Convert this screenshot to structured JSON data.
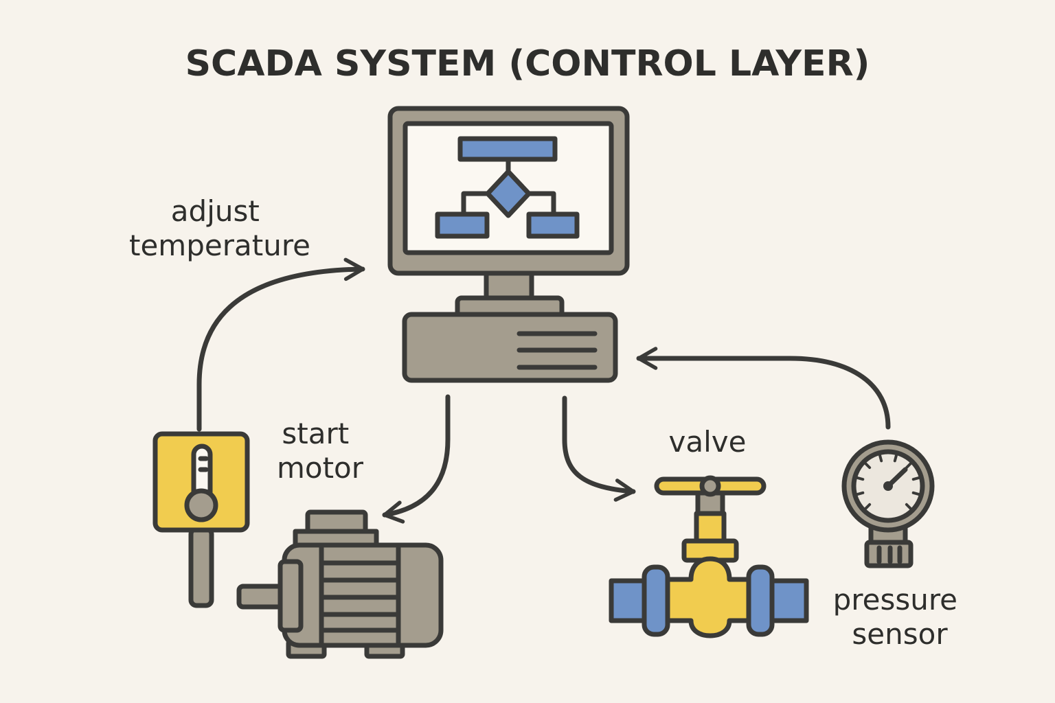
{
  "title": "SCADA SYSTEM (CONTROL LAYER)",
  "labels": {
    "adjust_temperature": [
      "adjust",
      "temperature"
    ],
    "start_motor": [
      "start",
      "motor"
    ],
    "valve": "valve",
    "pressure_sensor": [
      "pressure",
      "sensor"
    ]
  },
  "colors": {
    "background": "#f7f3ec",
    "equipment_gray": "#a49d8e",
    "accent_blue": "#6f93c8",
    "accent_yellow": "#f1cc4f",
    "ink": "#3a3a38"
  },
  "icons": {
    "computer": "scada-computer-icon",
    "thermometer": "temperature-sensor-icon",
    "motor": "electric-motor-icon",
    "valve": "gate-valve-icon",
    "gauge": "pressure-gauge-icon"
  }
}
